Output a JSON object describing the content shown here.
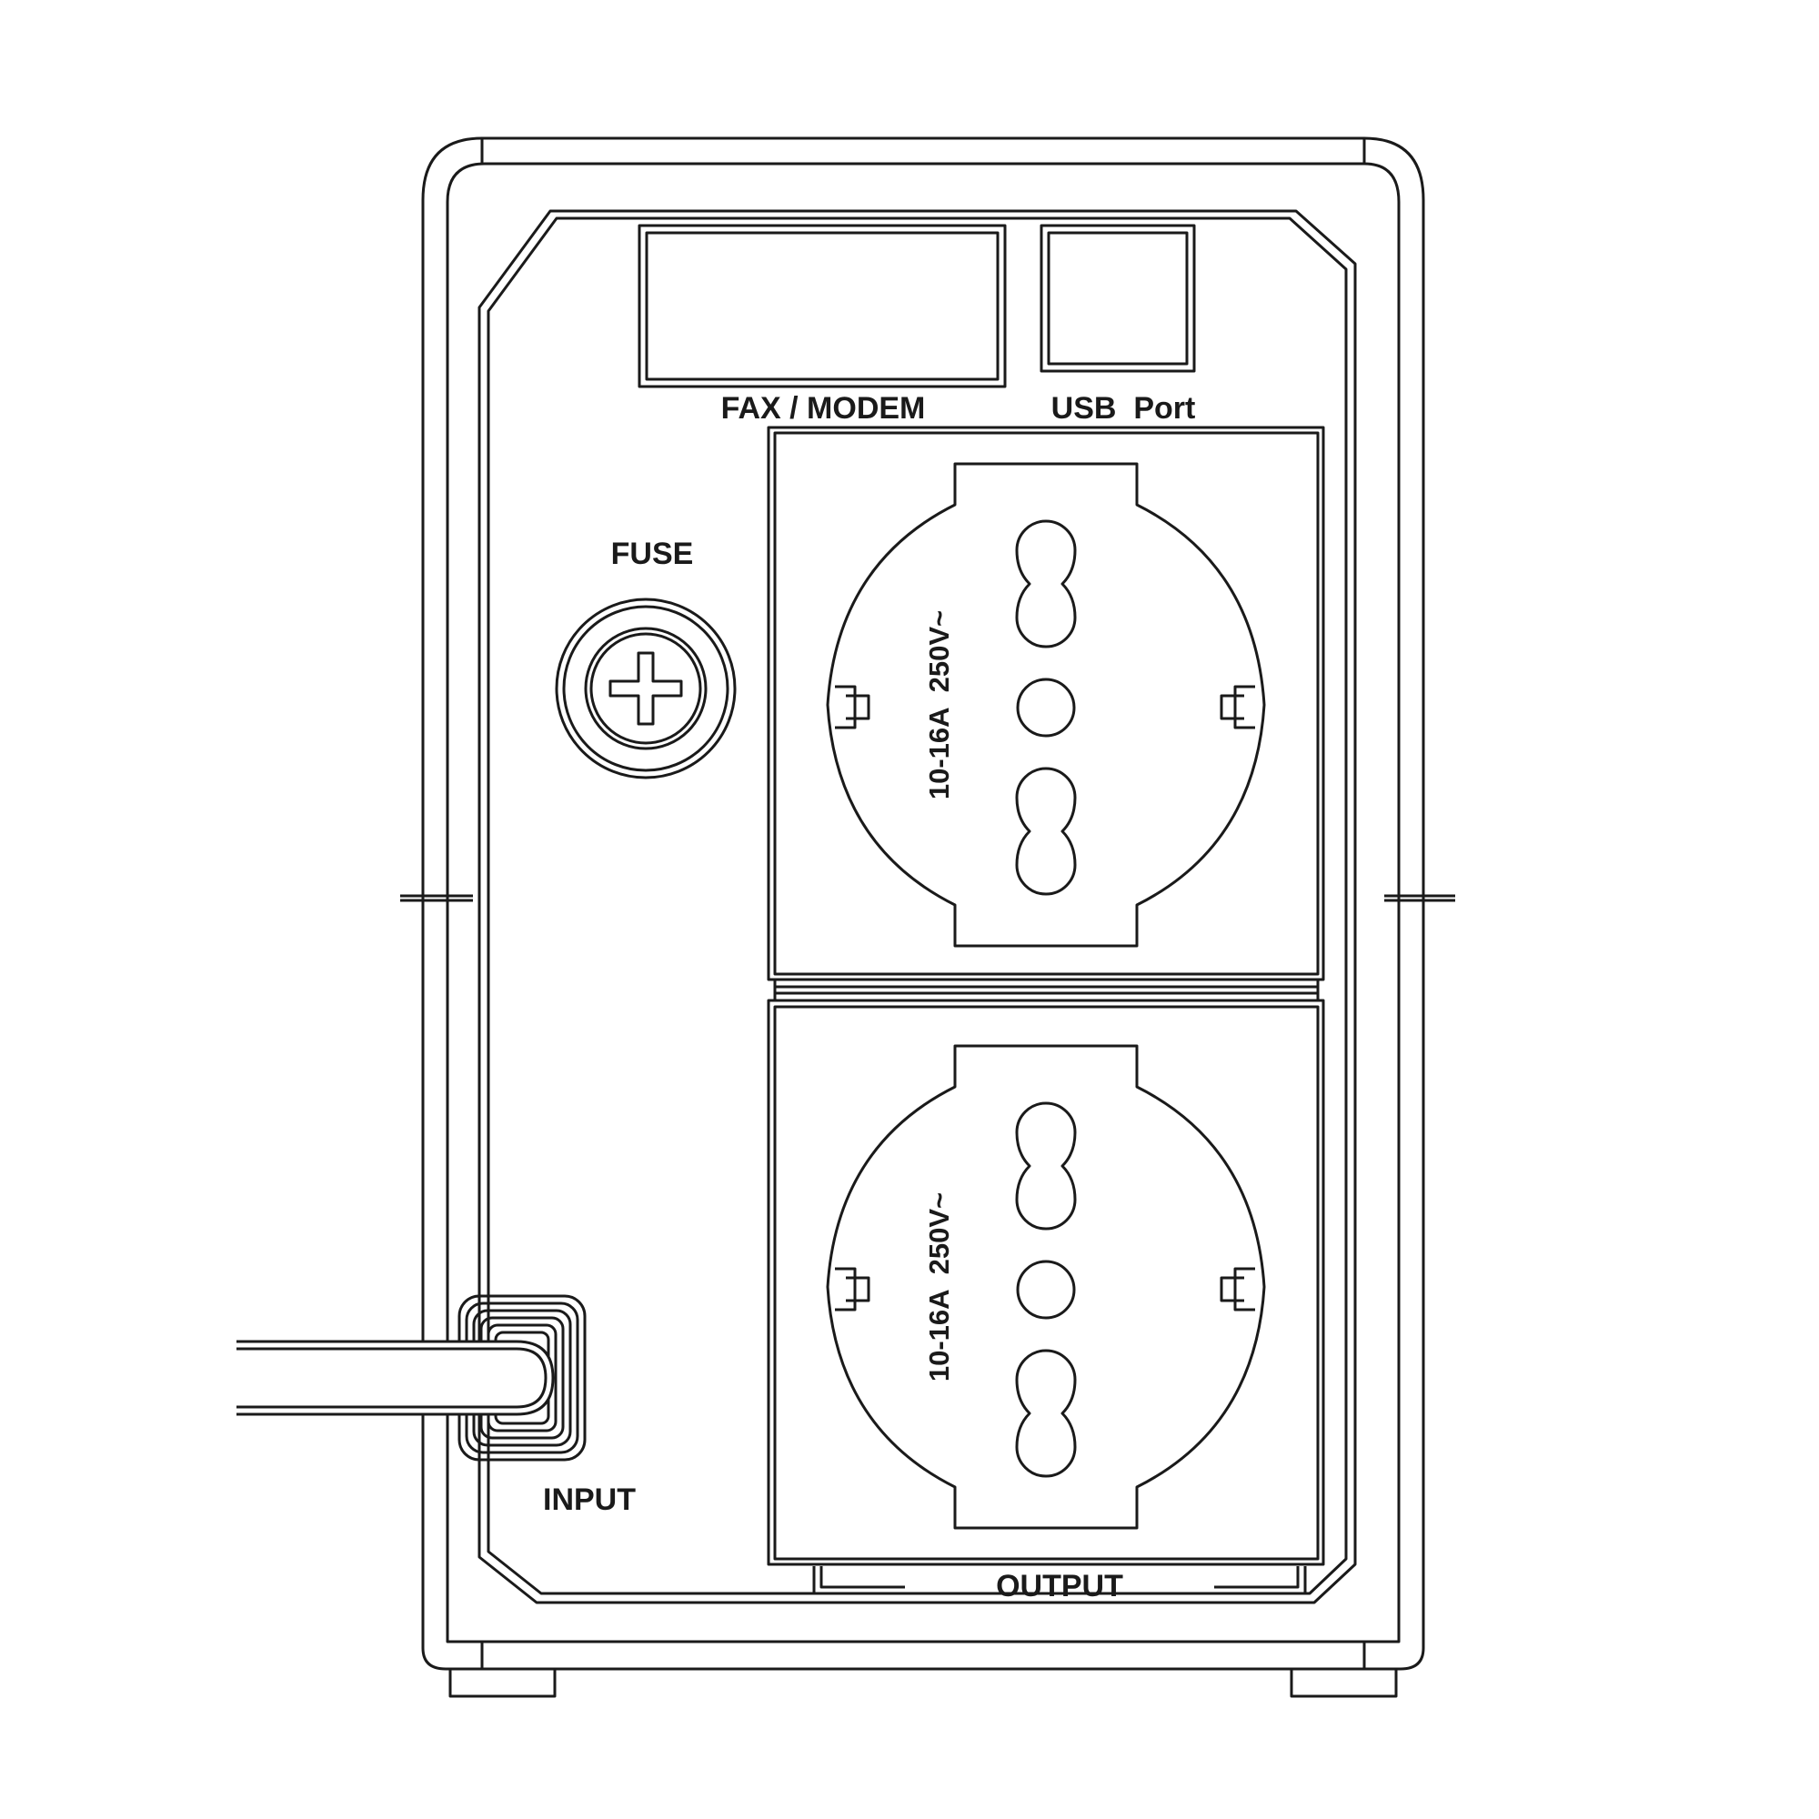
{
  "labels": {
    "fax_modem": "FAX / MODEM",
    "usb_port": "USB  Port",
    "fuse": "FUSE",
    "input": "INPUT",
    "output": "OUTPUT"
  },
  "sockets": [
    {
      "rating": "10-16A  250V~"
    },
    {
      "rating": "10-16A  250V~"
    }
  ],
  "colors": {
    "line": "#1a1a1a",
    "background": "#ffffff"
  }
}
